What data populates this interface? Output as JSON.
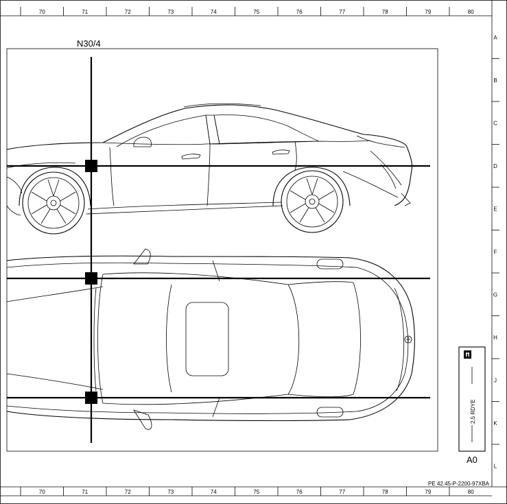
{
  "sheet": {
    "columns": [
      "70",
      "71",
      "72",
      "73",
      "74",
      "75",
      "76",
      "77",
      "78",
      "79",
      "80"
    ],
    "rows": [
      "A",
      "B",
      "C",
      "D",
      "E",
      "F",
      "G",
      "H",
      "J",
      "K",
      "L"
    ],
    "connector_label": "N30/4",
    "drawing_id": "PE 42.45-P-2200-97XBA",
    "info_icon": "info-icon",
    "info_text": "2,5 RDYE",
    "zone_label": "A0"
  }
}
